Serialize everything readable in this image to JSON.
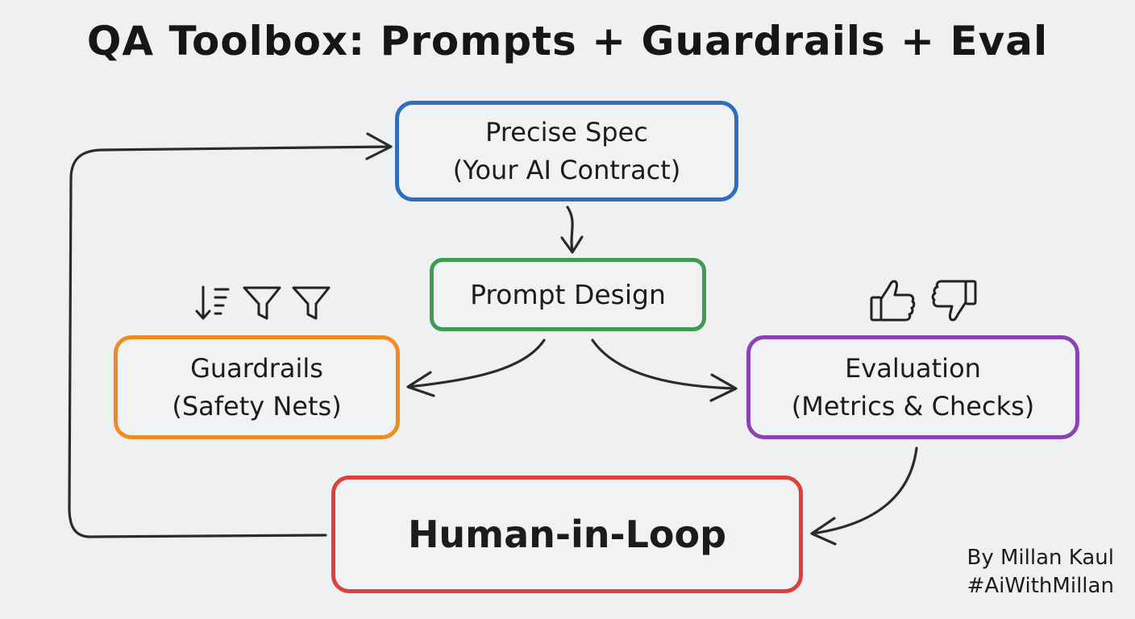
{
  "title": "QA Toolbox: Prompts + Guardrails + Eval",
  "nodes": {
    "spec": {
      "line1": "Precise Spec",
      "line2": "(Your AI Contract)",
      "color": "#2f6dbf"
    },
    "prompt_design": {
      "label": "Prompt Design",
      "color": "#3f9a52"
    },
    "guardrails": {
      "line1": "Guardrails",
      "line2": "(Safety Nets)",
      "color": "#ee8c22"
    },
    "evaluation": {
      "line1": "Evaluation",
      "line2": "(Metrics & Checks)",
      "color": "#8b42b4"
    },
    "human": {
      "label": "Human-in-Loop",
      "color": "#d9413d"
    }
  },
  "icons": {
    "guardrails": [
      "sort-descending-icon",
      "funnel-icon",
      "funnel-icon"
    ],
    "evaluation": [
      "thumbs-up-icon",
      "thumbs-down-icon"
    ]
  },
  "edges": [
    {
      "from": "Precise Spec",
      "to": "Prompt Design"
    },
    {
      "from": "Prompt Design",
      "to": "Guardrails"
    },
    {
      "from": "Prompt Design",
      "to": "Evaluation"
    },
    {
      "from": "Evaluation",
      "to": "Human-in-Loop"
    },
    {
      "from": "Human-in-Loop",
      "to": "Precise Spec"
    }
  ],
  "credit": {
    "author": "By Millan Kaul",
    "hashtag": "#AiWithMillan"
  }
}
